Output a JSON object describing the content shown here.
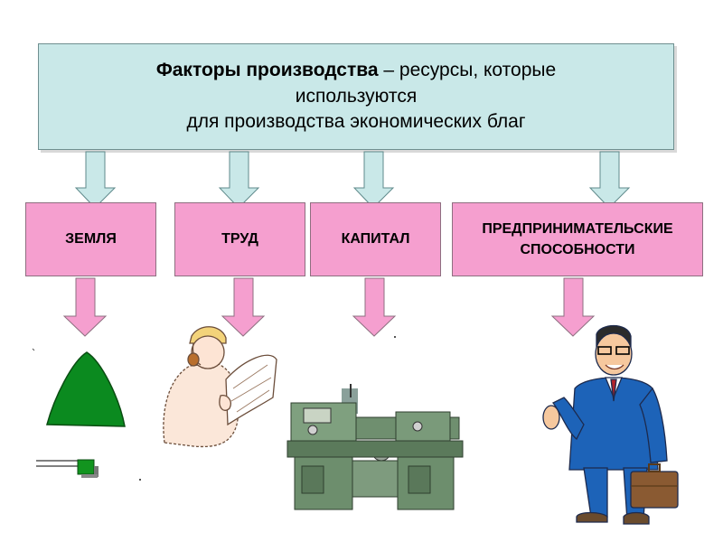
{
  "header": {
    "term": "Факторы производства",
    "rest_line1": " – ресурсы, которые",
    "line2": "используются",
    "line3": "для производства экономических благ"
  },
  "factors": [
    {
      "label": "ЗЕМЛЯ"
    },
    {
      "label": "ТРУД"
    },
    {
      "label": "КАПИТАЛ"
    },
    {
      "label_line1": "ПРЕДПРИНИМАТЕЛЬСКИЕ",
      "label_line2": "СПОСОБНОСТИ"
    }
  ],
  "colors": {
    "header_fill": "#c9e8e8",
    "factor_fill": "#f59fcf",
    "top_arrow_fill": "#c9e8e8",
    "bottom_arrow_fill": "#f59fcf"
  },
  "illustrations": [
    "land-tree-icon",
    "worker-with-drawings",
    "lathe-machine",
    "businessman-with-briefcase"
  ]
}
